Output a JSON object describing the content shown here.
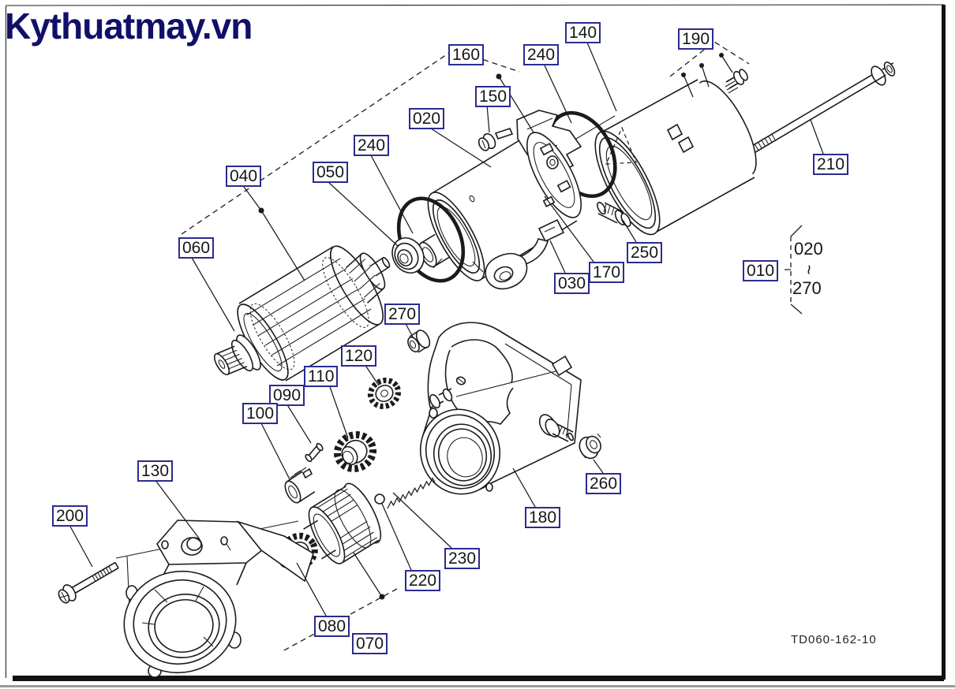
{
  "branding": {
    "logo_text": "Kythuatmay.vn"
  },
  "drawing": {
    "code": "TD060-162-10"
  },
  "legend": {
    "assembly_id": "010",
    "range_start": "020",
    "range_separator": "~",
    "range_end": "270"
  },
  "callouts": [
    {
      "id": "160"
    },
    {
      "id": "150"
    },
    {
      "id": "020"
    },
    {
      "id": "240"
    },
    {
      "id": "140"
    },
    {
      "id": "190"
    },
    {
      "id": "210"
    },
    {
      "id": "040"
    },
    {
      "id": "050"
    },
    {
      "id": "240"
    },
    {
      "id": "060"
    },
    {
      "id": "030"
    },
    {
      "id": "170"
    },
    {
      "id": "250"
    },
    {
      "id": "270"
    },
    {
      "id": "120"
    },
    {
      "id": "110"
    },
    {
      "id": "090"
    },
    {
      "id": "100"
    },
    {
      "id": "130"
    },
    {
      "id": "200"
    },
    {
      "id": "260"
    },
    {
      "id": "180"
    },
    {
      "id": "230"
    },
    {
      "id": "220"
    },
    {
      "id": "080"
    },
    {
      "id": "070"
    }
  ]
}
